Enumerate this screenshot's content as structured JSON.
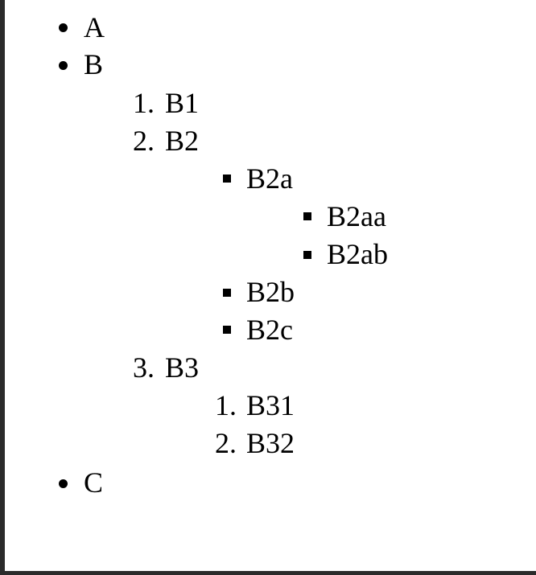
{
  "list": {
    "a": {
      "label": "A",
      "marker": "bullet"
    },
    "b": {
      "label": "B",
      "marker": "bullet",
      "b1": {
        "number": "1.",
        "label": "B1"
      },
      "b2": {
        "number": "2.",
        "label": "B2",
        "b2a": {
          "label": "B2a",
          "marker": "square",
          "b2aa": {
            "label": "B2aa",
            "marker": "square"
          },
          "b2ab": {
            "label": "B2ab",
            "marker": "square"
          }
        },
        "b2b": {
          "label": "B2b",
          "marker": "square"
        },
        "b2c": {
          "label": "B2c",
          "marker": "square"
        }
      },
      "b3": {
        "number": "3.",
        "label": "B3",
        "b31": {
          "number": "1.",
          "label": "B31"
        },
        "b32": {
          "number": "2.",
          "label": "B32"
        }
      }
    },
    "c": {
      "label": "C",
      "marker": "bullet"
    }
  }
}
